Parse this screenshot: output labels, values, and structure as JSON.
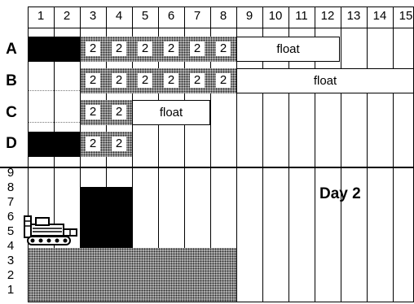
{
  "columns": [
    "1",
    "2",
    "3",
    "4",
    "5",
    "6",
    "7",
    "8",
    "9",
    "10",
    "11",
    "12",
    "13",
    "14",
    "15"
  ],
  "rows": [
    {
      "label": "A",
      "crew_count": "2",
      "float_label": "float"
    },
    {
      "label": "B",
      "crew_count": "2",
      "float_label": "float"
    },
    {
      "label": "C",
      "crew_count": "2",
      "float_label": "float"
    },
    {
      "label": "D",
      "crew_count": "2"
    }
  ],
  "y_axis": [
    "9",
    "8",
    "7",
    "6",
    "5",
    "4",
    "3",
    "2",
    "1"
  ],
  "day_label": "Day 2",
  "icons": {
    "machine": "construction-machine-icon"
  },
  "colors": {
    "grid": "#000000",
    "solid": "#000000",
    "dotted": "#b3b3b3",
    "float_box": "#ffffff"
  }
}
